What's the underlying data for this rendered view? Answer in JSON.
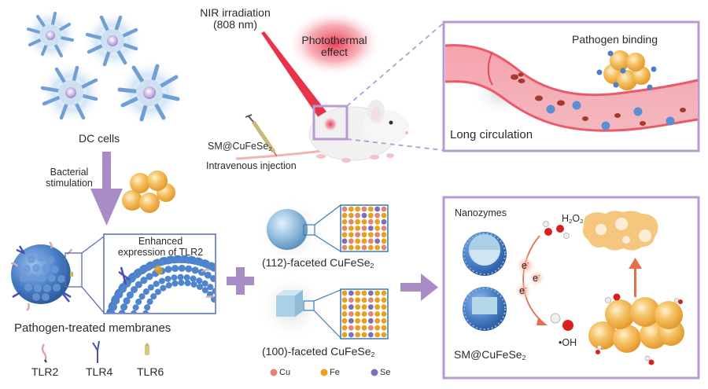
{
  "panels": {
    "dc": {
      "cells_label": "DC cells",
      "stimulation_label_line1": "Bacterial",
      "stimulation_label_line2": "stimulation"
    },
    "membrane": {
      "zoom_label_line1": "Enhanced",
      "zoom_label_line2": "expression of TLR2",
      "title": "Pathogen-treated membranes",
      "legend": [
        {
          "name": "TLR2",
          "color": "#d9a8a8"
        },
        {
          "name": "TLR4",
          "color": "#4a4fb0"
        },
        {
          "name": "TLR6",
          "color": "#d8c67a"
        }
      ]
    },
    "mouse": {
      "nir_line1": "NIR irradiation",
      "nir_line2": "(808 nm)",
      "photothermal_line1": "Photothermal",
      "photothermal_line2": "effect",
      "agent": "SM@CuFeSe",
      "agent_sub": "2",
      "injection": "Intravenous injection"
    },
    "circulation": {
      "binding_label": "Pathogen binding",
      "circulation_label": "Long circulation"
    },
    "facets": {
      "sphere_label": "(112)-faceted CuFeSe",
      "sphere_sub": "2",
      "cube_label": "(100)-faceted CuFeSe",
      "cube_sub": "2",
      "legend": [
        {
          "name": "Cu",
          "color": "#e0857a"
        },
        {
          "name": "Fe",
          "color": "#e8a020"
        },
        {
          "name": "Se",
          "color": "#7a70b8"
        }
      ]
    },
    "nanozyme": {
      "title": "Nanozymes",
      "h2o2_main": "H",
      "h2o2_sub1": "2",
      "h2o2_mid": "O",
      "h2o2_sub2": "2",
      "electron": "e",
      "electron_sup": "-",
      "oh": "•OH",
      "product": "SM@CuFeSe",
      "product_sub": "2"
    }
  },
  "colors": {
    "accent_purple": "#a98cc6",
    "box_border": "#b59bd2",
    "bacteria_orange": "#f2b24a",
    "membrane_blue": "#4a7fc6",
    "laser_red": "#e8334a",
    "vessel_pink": "#ef6a7a"
  }
}
